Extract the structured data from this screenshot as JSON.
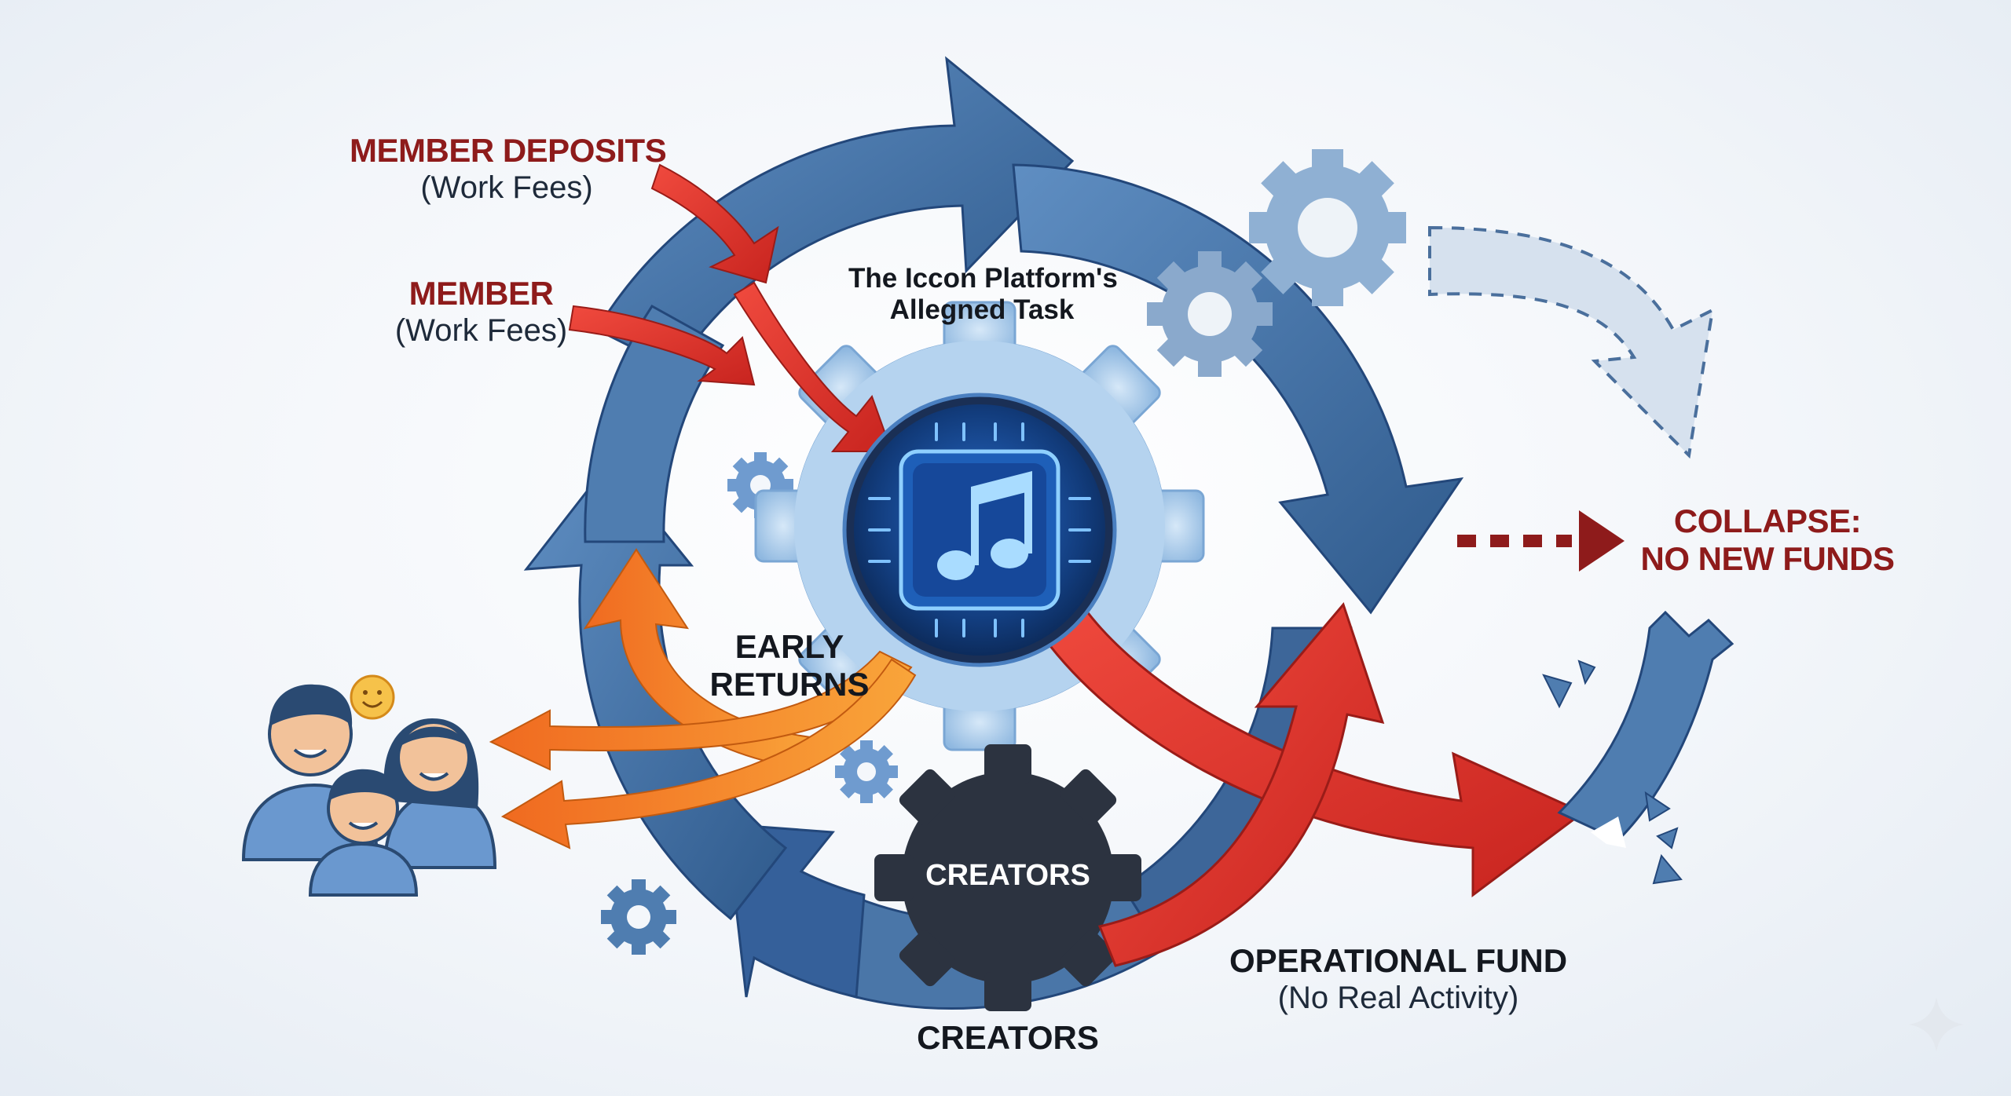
{
  "labels": {
    "member_deposits": {
      "title": "MEMBER DEPOSITS",
      "sub": "(Work Fees)"
    },
    "member": {
      "title": "MEMBER",
      "sub": "(Work Fees)"
    },
    "platform_task": {
      "line1": "The Iccon Platform's",
      "line2": "Allegned Task"
    },
    "early_returns": {
      "line1": "EARLY",
      "line2": "RETURNS"
    },
    "collapse": {
      "line1": "COLLAPSE:",
      "line2": "NO NEW FUNDS"
    },
    "creators_gear": "CREATORS",
    "creators_bottom": "CREATORS",
    "operational_fund": {
      "title": "OPERATIONAL FUND",
      "sub": "(No Real Activity)"
    }
  },
  "colors": {
    "cycle_blue": "#4a76a8",
    "cycle_blue_dark": "#2f5a8c",
    "inflow_red": "#e23a32",
    "label_red": "#8e1b1b",
    "returns_orange": "#f28a24",
    "gear_light_blue": "#aecde9",
    "gear_dark": "#2c3340",
    "chip_blue": "#1f6fd1"
  },
  "icons": [
    "music-chip-icon",
    "gear-icon",
    "people-group-icon",
    "smile-face-icon",
    "broken-arrow-icon",
    "sparkle-icon"
  ]
}
